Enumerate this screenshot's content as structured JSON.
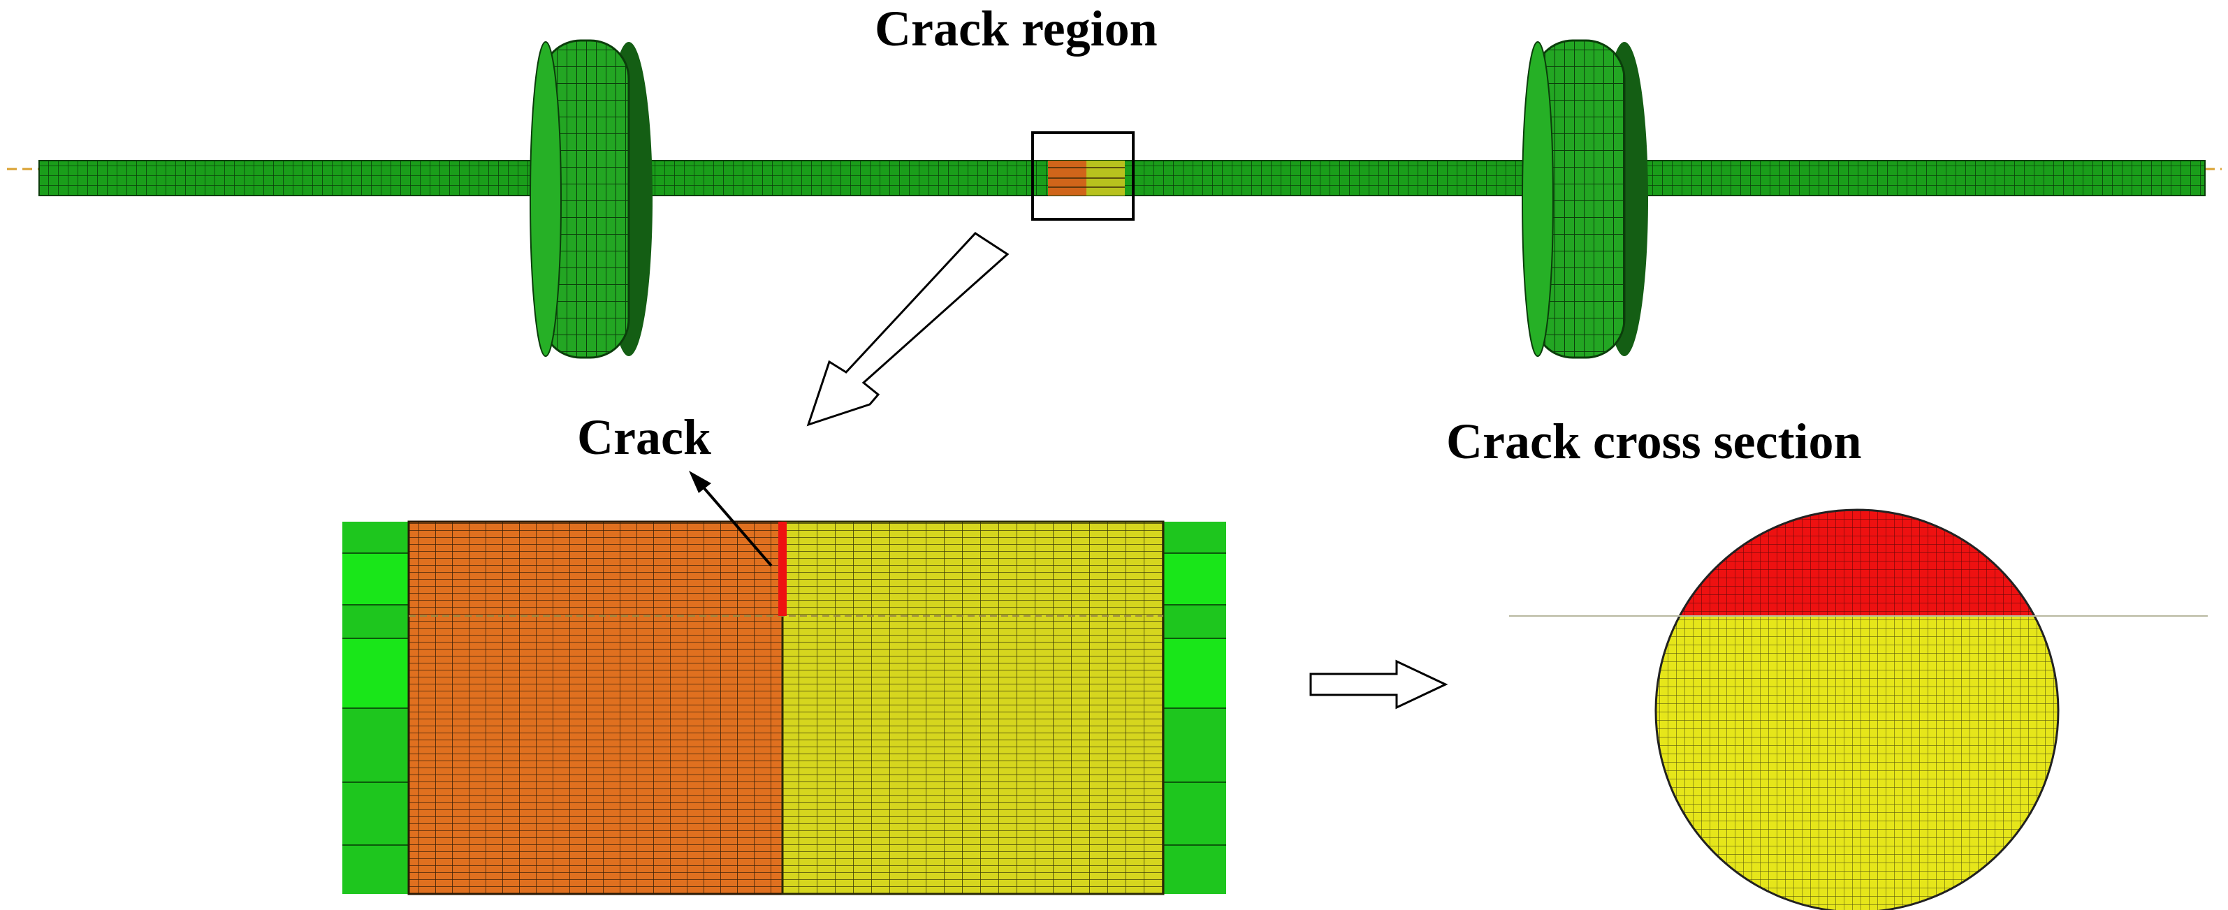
{
  "labels": {
    "crack_region": "Crack region",
    "crack": "Crack",
    "crack_cross_section": "Crack cross section"
  },
  "colors": {
    "shaft_green": "#1a9e1a",
    "mesh_line": "#0b3d0b",
    "bright_green": "#19e619",
    "orange": "#e0701f",
    "yellow": "#d6d61e",
    "crack_red": "#ee1111",
    "outline": "#000000"
  },
  "icons": [
    "zoom-arrow-icon",
    "crack-pointer-arrow-icon",
    "right-arrow-icon"
  ]
}
